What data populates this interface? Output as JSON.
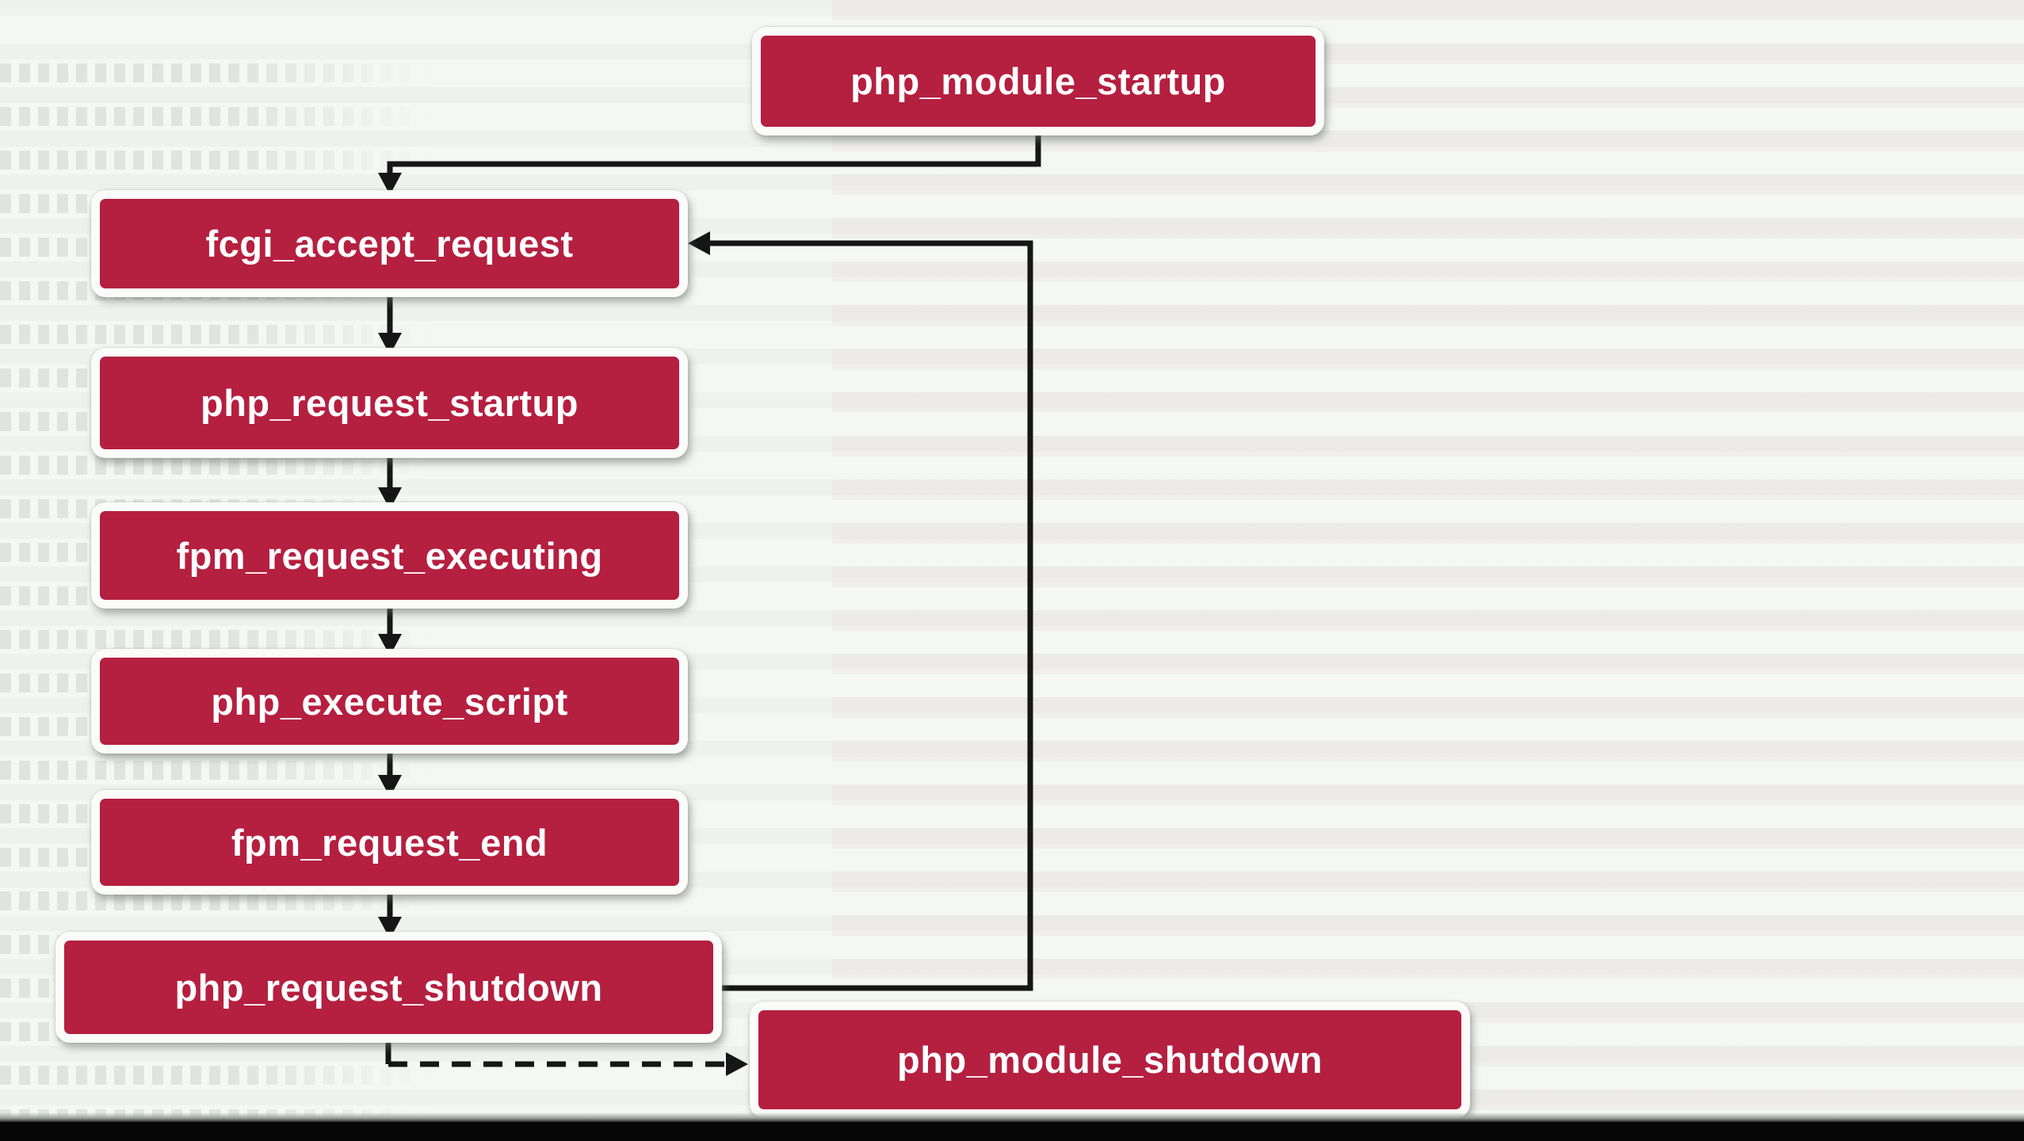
{
  "diagram": {
    "title_hint": "PHP-FPM request lifecycle flowchart",
    "nodes": [
      {
        "id": "php_module_startup",
        "label": "php_module_startup"
      },
      {
        "id": "fcgi_accept_request",
        "label": "fcgi_accept_request"
      },
      {
        "id": "php_request_startup",
        "label": "php_request_startup"
      },
      {
        "id": "fpm_request_executing",
        "label": "fpm_request_executing"
      },
      {
        "id": "php_execute_script",
        "label": "php_execute_script"
      },
      {
        "id": "fpm_request_end",
        "label": "fpm_request_end"
      },
      {
        "id": "php_request_shutdown",
        "label": "php_request_shutdown"
      },
      {
        "id": "php_module_shutdown",
        "label": "php_module_shutdown"
      }
    ],
    "edges": [
      {
        "from": "php_module_startup",
        "to": "fcgi_accept_request",
        "style": "solid"
      },
      {
        "from": "fcgi_accept_request",
        "to": "php_request_startup",
        "style": "solid"
      },
      {
        "from": "php_request_startup",
        "to": "fpm_request_executing",
        "style": "solid"
      },
      {
        "from": "fpm_request_executing",
        "to": "php_execute_script",
        "style": "solid"
      },
      {
        "from": "php_execute_script",
        "to": "fpm_request_end",
        "style": "solid"
      },
      {
        "from": "fpm_request_end",
        "to": "php_request_shutdown",
        "style": "solid"
      },
      {
        "from": "php_request_shutdown",
        "to": "fcgi_accept_request",
        "style": "solid"
      },
      {
        "from": "php_request_shutdown",
        "to": "php_module_shutdown",
        "style": "dashed"
      }
    ],
    "colors": {
      "node_fill": "#b51f40",
      "node_border": "#fbfcfa",
      "node_text": "#ffffff",
      "arrow": "#161616",
      "background": "#f4f7f3",
      "bottom_bar": "#060606"
    }
  }
}
